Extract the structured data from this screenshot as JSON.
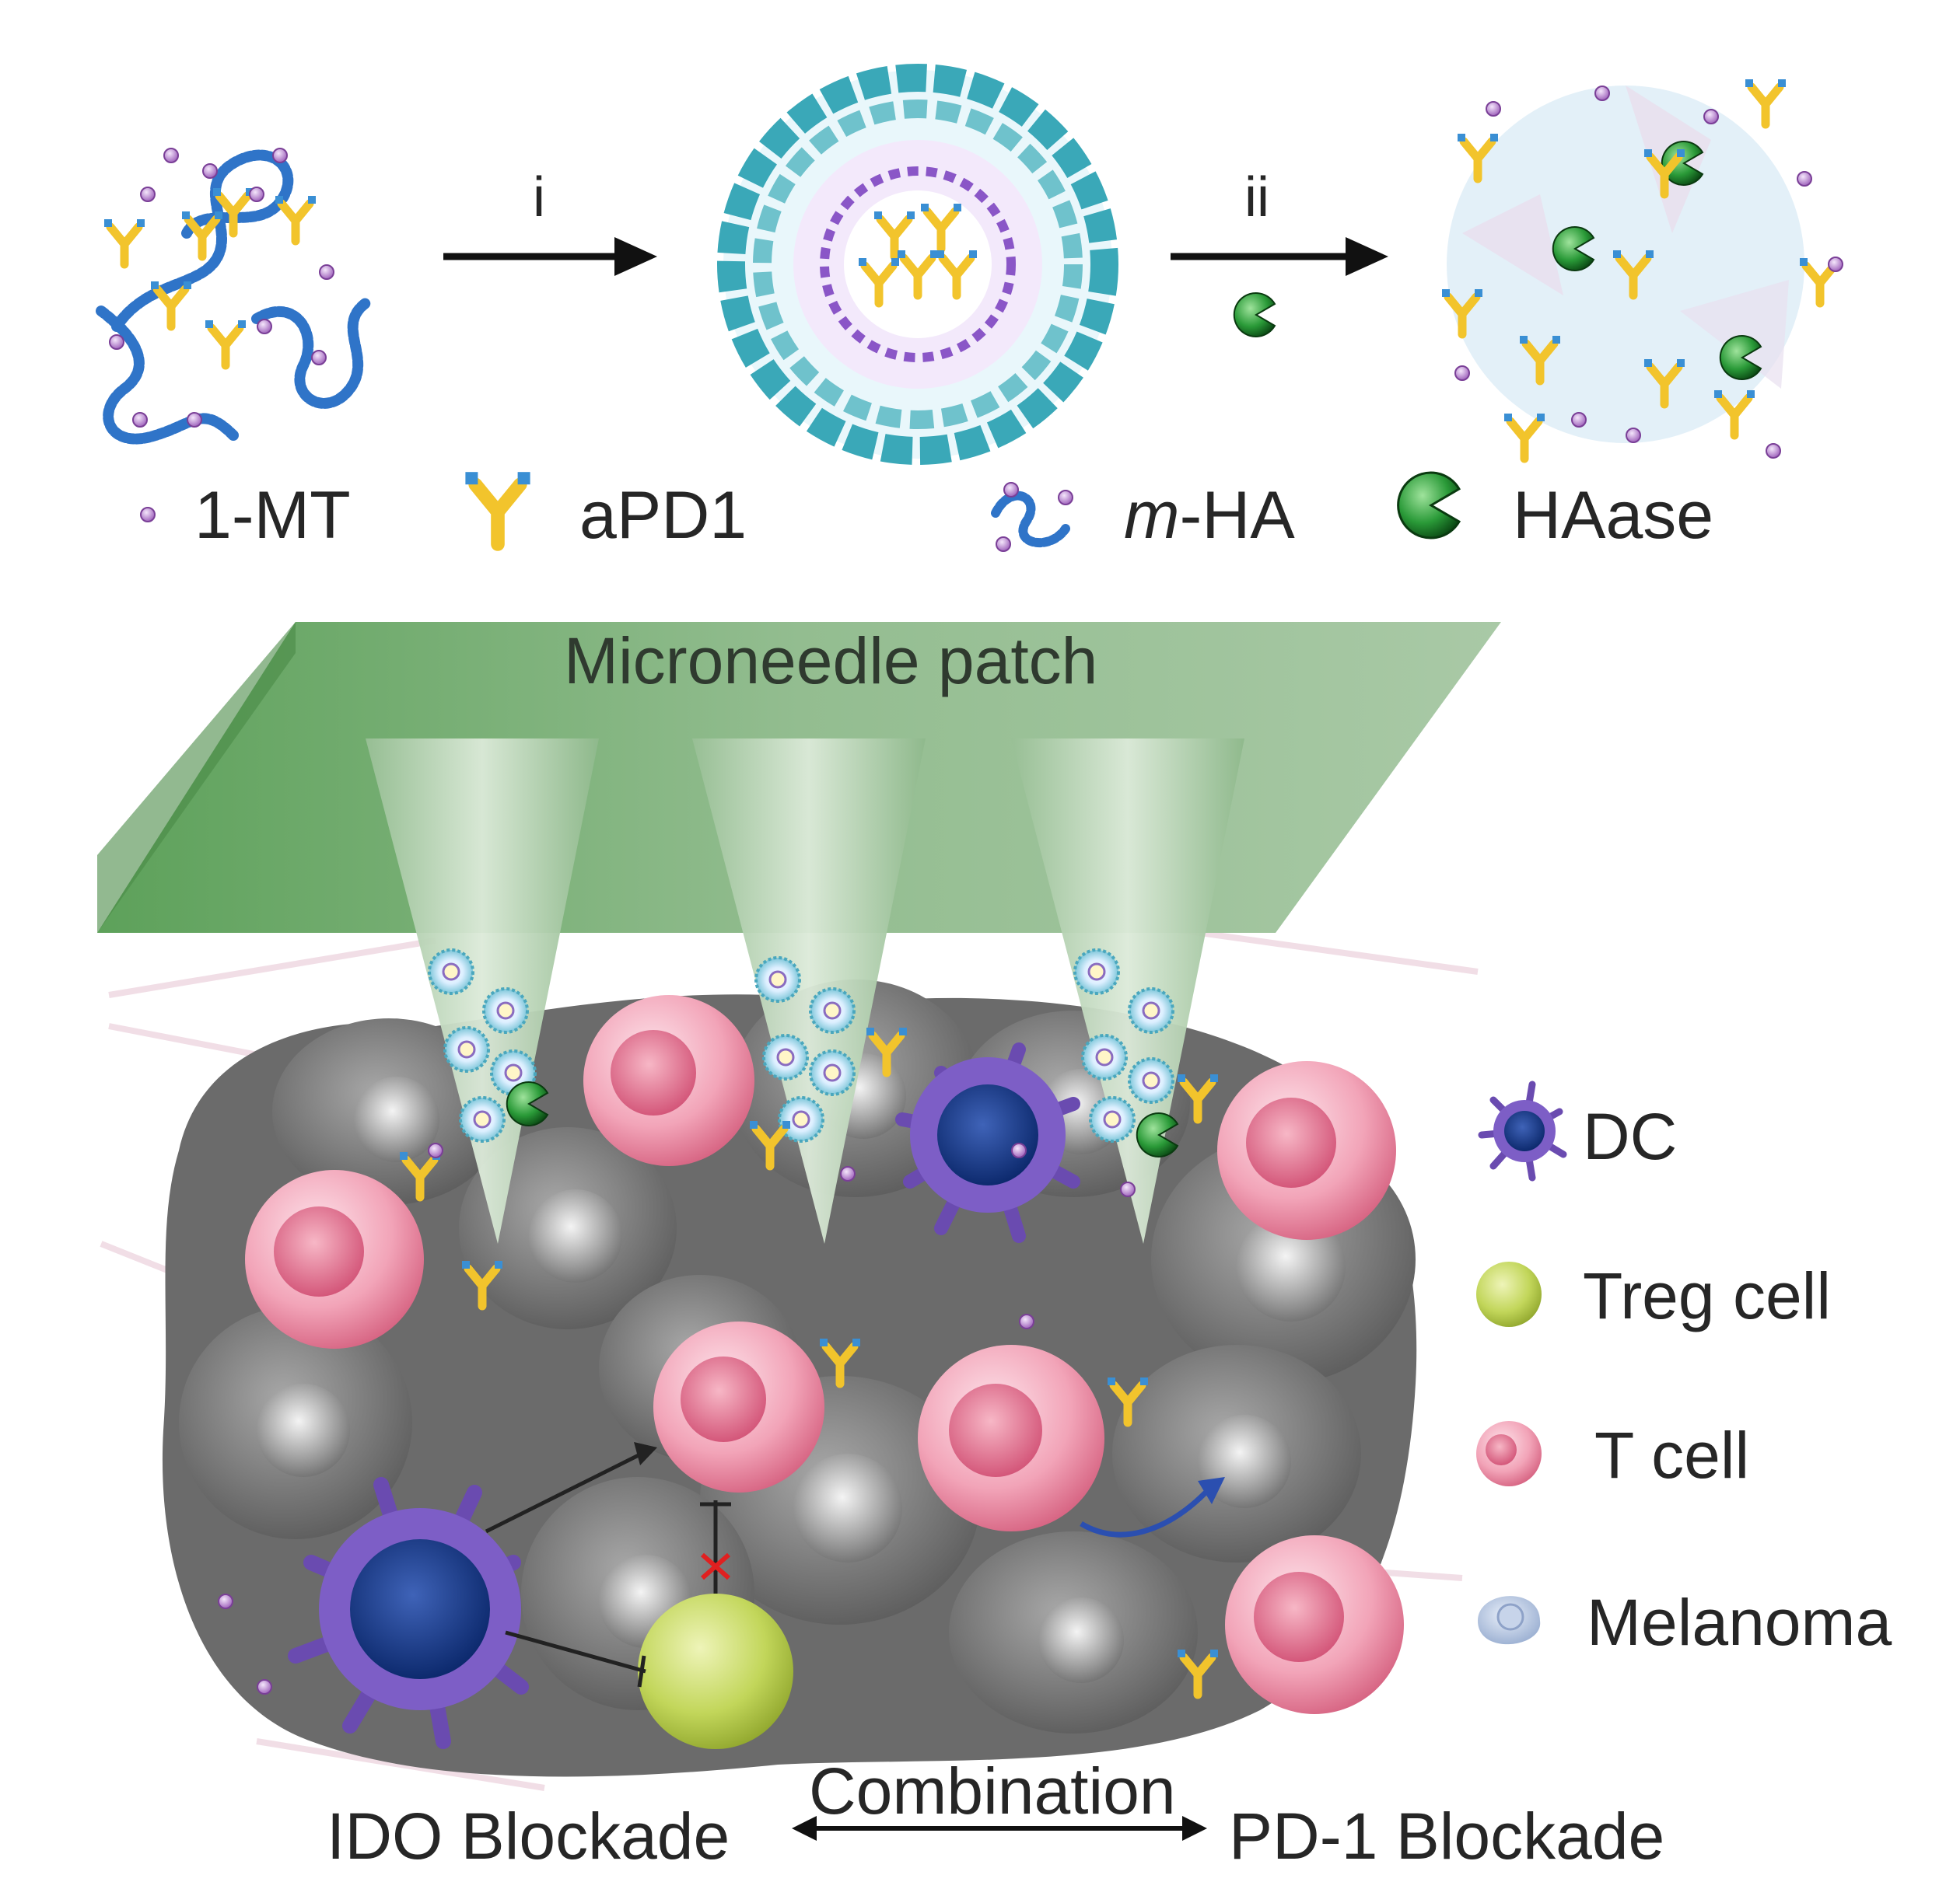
{
  "top": {
    "step_i": "i",
    "step_ii": "ii",
    "legend": {
      "mt": "1-MT",
      "apd1": "aPD1",
      "mha_prefix": "m",
      "mha_suffix": "-HA",
      "haase": "HAase"
    }
  },
  "patch": {
    "title": "Microneedle patch"
  },
  "cell_legend": {
    "dc": "DC",
    "treg": "Treg cell",
    "tcell": "T cell",
    "melanoma": "Melanoma"
  },
  "bottom": {
    "combination": "Combination",
    "ido": "IDO Blockade",
    "pd1": "PD-1 Blockade"
  },
  "colors": {
    "patch_green": "#8fb88f",
    "tcell_pink": "#e9849c",
    "treg_green": "#b5cc4f",
    "dc_purple": "#6a4bb0",
    "melanoma_gray": "#6f6f6f",
    "antibody_yellow": "#f2c42c",
    "mt_purple": "#9a5bb8",
    "haase_green": "#1e8a2e"
  }
}
